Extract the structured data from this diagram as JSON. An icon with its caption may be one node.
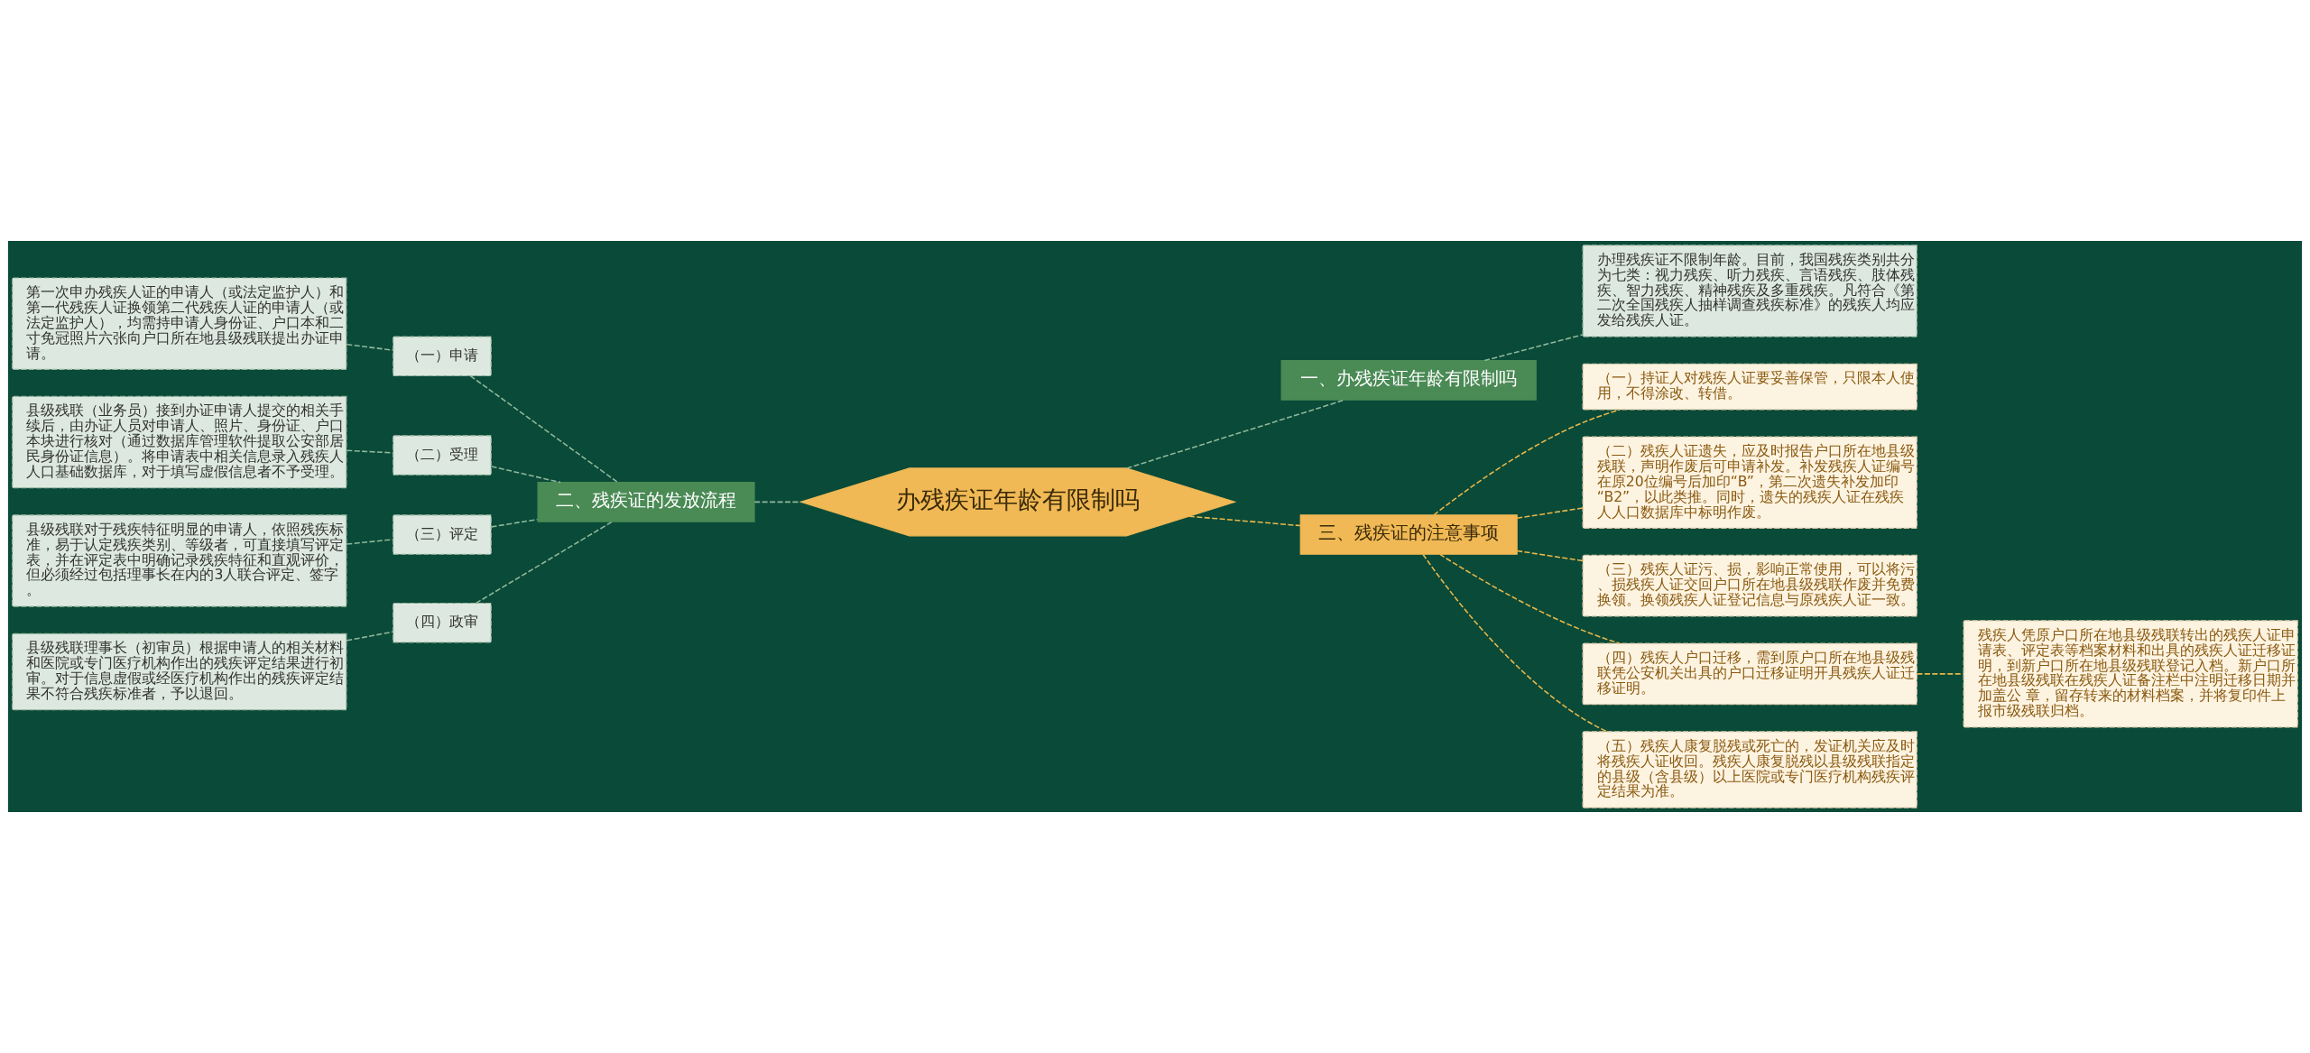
{
  "diagram": {
    "nodes": [
      {
        "text": [
          "办残疾证年龄有限制吗"
        ]
      },
      {
        "text": [
          "一、办残疾证年龄有限制吗"
        ]
      },
      {
        "text": [
          "办理残疾证不限制年龄。目前，我国残疾类别共分为七类：视力残疾、听力残疾、言语残疾、肢体残疾、智力残疾、精神残疾及多重残疾。凡符合《第二次全国残疾人抽样调查残疾标准》的残疾人均应发给残疾人证。"
        ]
      },
      {
        "text": [
          "二、残疾证的发放流程"
        ]
      },
      {
        "text": [
          "（一）申请"
        ]
      },
      {
        "text": [
          "第一次申办残疾人证的申请人（或法定监护人）和第一代残疾人证换领第二代残疾人证的申请人（或法定监护人），均需持申请人身份证、户口本和二寸免冠照片六张向户口所在地县级残联提出办证申请。"
        ]
      },
      {
        "text": [
          "（二）受理"
        ]
      },
      {
        "text": [
          "县级残联（业务员）接到办证申请人提交的相关手续后，由办证人员对申请人、照片、身份证、户口本块进行核对（通过数据库管理软件提取公安部居民身份证信息）。将申请表中相关信息录入残疾人人口基础数据库，对于填写虚假信息者不予受理。"
        ]
      },
      {
        "text": [
          "（三）评定"
        ]
      },
      {
        "text": [
          "县级残联对于残疾特征明显的申请人，依照残疾标准，易于认定残疾类别、等级者，可直接填写评定表，并在评定表中明确记录残疾特征和直观评价，但必须经过包括理事长在内的3人联合评定、签字。"
        ]
      },
      {
        "text": [
          "（四）政审"
        ]
      },
      {
        "text": [
          "县级残联理事长（初审员）根据申请人的相关材料和医院或专门医疗机构作出的残疾评定结果进行初审。对于信息虚假或经医疗机构作出的残疾评定结果不符合残疾标准者，予以退回。"
        ]
      },
      {
        "text": [
          "三、残疾证的注意事项"
        ]
      },
      {
        "text": [
          "（一）持证人对残疾人证要妥善保管，只限本人使用，不得涂改、转借。"
        ]
      },
      {
        "text": [
          "（二）残疾人证遗失，应及时报告户口所在地县级残联，声明作废后可申请补发。补发残疾人证编号在原20位编号后加印“B”，第二次遗失补发加印“B2”，以此类推。同时，遗失的残疾人证在残疾人人口数据库中标明作废。"
        ]
      },
      {
        "text": [
          "（三）残疾人证污、损，影响正常使用，可以将污、损残疾人证交回户口所在地县级残联作废并免费换领。换领残疾人证登记信息与原残疾人证一致。"
        ]
      },
      {
        "text": [
          "（四）残疾人户口迁移，需到原户口所在地县级残联凭公安机关出具的户口迁移证明开具残疾人证迁移证明。"
        ]
      },
      {
        "text": [
          "残疾人凭原户口所在地县级残联转出的残疾人证申请表、评定表等档案材料和出具的残疾人证迁移证明，到新户口所在地县级残联登记入档。新户口所在地县级残联在残疾人证备注栏中注明迁移日期并加盖公 章，留存转来的材料档案，并将复印件上报市级残联归档。"
        ]
      },
      {
        "text": [
          "（五）残疾人康复脱残或死亡的，发证机关应及时将残疾人证收回。残疾人康复脱残以县级残联指定的县级（含县级）以上医院或专门医疗机构残疾评定结果为准。"
        ]
      }
    ],
    "edges": [
      {
        "from": 0,
        "to": 1,
        "arrow": "none",
        "style": "dashed"
      },
      {
        "from": 1,
        "to": 2,
        "arrow": "none",
        "style": "dashed"
      },
      {
        "from": 3,
        "to": 0,
        "arrow": "none",
        "style": "dashed"
      },
      {
        "from": 4,
        "to": 3,
        "arrow": "none",
        "style": "dashed"
      },
      {
        "from": 5,
        "to": 4,
        "arrow": "none",
        "style": "dashed"
      },
      {
        "from": 6,
        "to": 3,
        "arrow": "none",
        "style": "dashed"
      },
      {
        "from": 7,
        "to": 6,
        "arrow": "none",
        "style": "dashed"
      },
      {
        "from": 8,
        "to": 3,
        "arrow": "none",
        "style": "dashed"
      },
      {
        "from": 9,
        "to": 8,
        "arrow": "none",
        "style": "dashed"
      },
      {
        "from": 10,
        "to": 3,
        "arrow": "none",
        "style": "dashed"
      },
      {
        "from": 11,
        "to": 10,
        "arrow": "none",
        "style": "dashed"
      },
      {
        "from": 0,
        "to": 12,
        "arrow": "none",
        "style": "dashed",
        "color": "#e8b84a"
      },
      {
        "from": 12,
        "to": 13,
        "arrow": "none",
        "style": "dashed",
        "color": "#e8b84a"
      },
      {
        "from": 12,
        "to": 14,
        "arrow": "none",
        "style": "dashed",
        "color": "#e8b84a"
      },
      {
        "from": 12,
        "to": 15,
        "arrow": "none",
        "style": "dashed",
        "color": "#e8b84a"
      },
      {
        "from": 12,
        "to": 16,
        "arrow": "none",
        "style": "dashed",
        "color": "#e8b84a"
      },
      {
        "from": 16,
        "to": 17,
        "arrow": "none",
        "style": "dashed",
        "color": "#e8b84a"
      },
      {
        "from": 12,
        "to": 18,
        "arrow": "none",
        "style": "dashed",
        "color": "#e8b84a"
      }
    ]
  }
}
